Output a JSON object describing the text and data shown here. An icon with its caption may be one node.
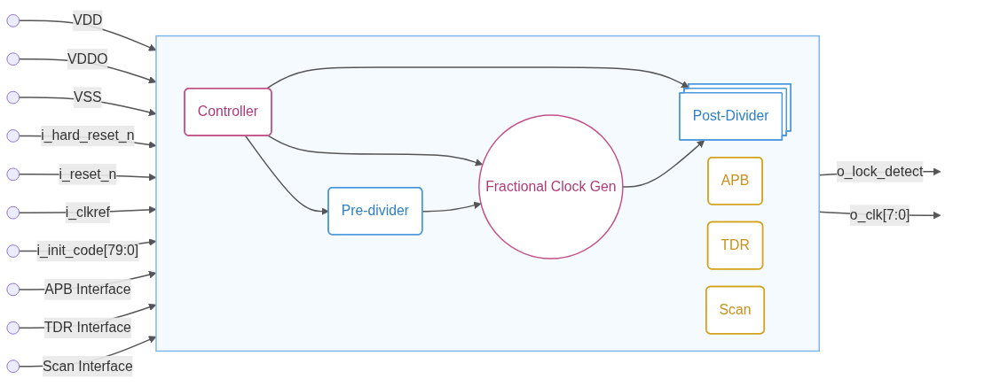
{
  "diagram": {
    "nodes": [
      {
        "text": [],
        "shape": "box"
      },
      {
        "text": [
          "Controller"
        ],
        "in": 0
      },
      {
        "text": [
          "Pre-divider"
        ],
        "in": 0
      },
      {
        "text": [
          "Fractional Clock Gen"
        ],
        "in": 0
      },
      {
        "text": [
          "Post-Divider"
        ],
        "in": 0
      },
      {
        "text": [
          "APB"
        ],
        "in": 0
      },
      {
        "text": [
          "TDR"
        ],
        "in": 0
      },
      {
        "text": [
          "Scan"
        ],
        "in": 0
      },
      {
        "text": [],
        "shape": "circle"
      },
      {
        "text": [],
        "shape": "circle"
      },
      {
        "text": [],
        "shape": "circle"
      },
      {
        "text": [],
        "shape": "circle"
      },
      {
        "text": [],
        "shape": "circle"
      },
      {
        "text": [],
        "shape": "circle"
      },
      {
        "text": [],
        "shape": "circle"
      },
      {
        "text": [],
        "shape": "circle"
      },
      {
        "text": [],
        "shape": "circle"
      },
      {
        "text": [],
        "shape": "circle"
      }
    ],
    "edges": [
      {
        "from": 8,
        "to": 0,
        "arrow": "to",
        "label": "VDD"
      },
      {
        "from": 9,
        "to": 0,
        "arrow": "to",
        "label": "VDDO"
      },
      {
        "from": 10,
        "to": 0,
        "arrow": "to",
        "label": "VSS"
      },
      {
        "from": 11,
        "to": 0,
        "arrow": "to",
        "label": "i_hard_reset_n"
      },
      {
        "from": 12,
        "to": 0,
        "arrow": "to",
        "label": "i_reset_n"
      },
      {
        "from": 13,
        "to": 0,
        "arrow": "to",
        "label": "i_clkref"
      },
      {
        "from": 14,
        "to": 0,
        "arrow": "to",
        "label": "i_init_code[79:0]"
      },
      {
        "from": 15,
        "to": 0,
        "arrow": "to",
        "label": "APB Interface"
      },
      {
        "from": 16,
        "to": 0,
        "arrow": "to",
        "label": "TDR Interface"
      },
      {
        "from": 17,
        "to": 0,
        "arrow": "to",
        "label": "Scan Interface"
      },
      {
        "from": 0,
        "to": null,
        "arrow": "to",
        "label": "o_lock_detect"
      },
      {
        "from": 0,
        "to": null,
        "arrow": "to",
        "label": "o_clk[7:0]"
      },
      {
        "from": 1,
        "to": 2,
        "arrow": "to"
      },
      {
        "from": 1,
        "to": 3,
        "arrow": "to"
      },
      {
        "from": 1,
        "to": 4,
        "arrow": "to"
      },
      {
        "from": 2,
        "to": 3,
        "arrow": "to"
      },
      {
        "from": 3,
        "to": 4,
        "arrow": "to"
      }
    ]
  }
}
